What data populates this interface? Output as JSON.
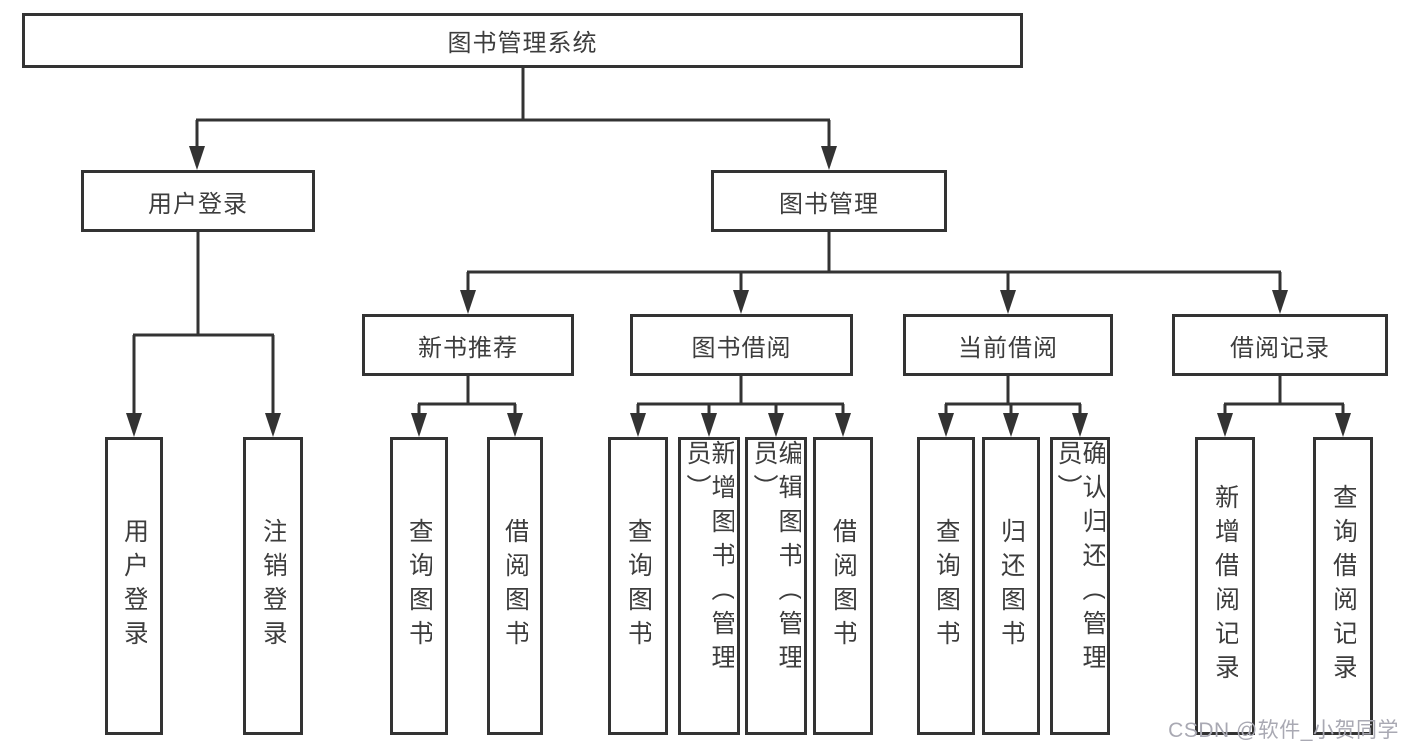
{
  "tree": {
    "label": "图书管理系统",
    "children": [
      {
        "label": "用户登录",
        "children": [
          {
            "label": "用户登录"
          },
          {
            "label": "注销登录"
          }
        ]
      },
      {
        "label": "图书管理",
        "children": [
          {
            "label": "新书推荐",
            "children": [
              {
                "label": "查询图书"
              },
              {
                "label": "借阅图书"
              }
            ]
          },
          {
            "label": "图书借阅",
            "children": [
              {
                "label": "查询图书"
              },
              {
                "label": "新增图书（管理员）"
              },
              {
                "label": "编辑图书（管理员）"
              },
              {
                "label": "借阅图书"
              }
            ]
          },
          {
            "label": "当前借阅",
            "children": [
              {
                "label": "查询图书"
              },
              {
                "label": "归还图书"
              },
              {
                "label": "确认归还（管理员）"
              }
            ]
          },
          {
            "label": "借阅记录",
            "children": [
              {
                "label": "新增借阅记录"
              },
              {
                "label": "查询借阅记录"
              }
            ]
          }
        ]
      }
    ]
  },
  "watermark": "CSDN @软件_小贺同学",
  "colors": {
    "line": "#333333",
    "text": "#3d3d3d",
    "background": "#ffffff",
    "watermark": "#a9a9b3"
  }
}
